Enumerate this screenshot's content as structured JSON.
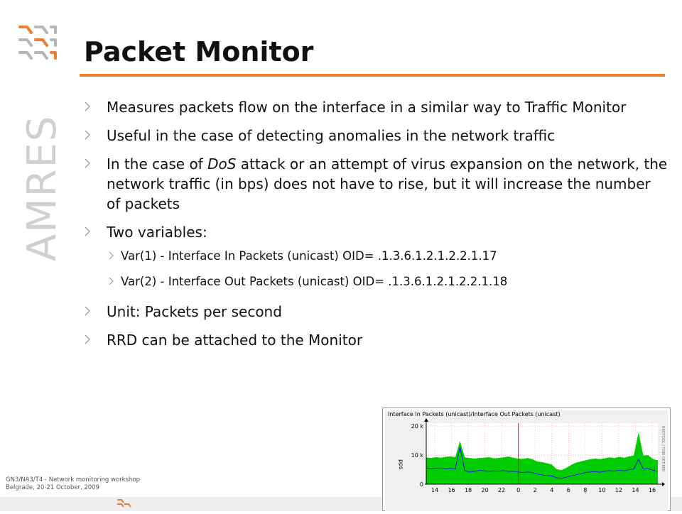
{
  "slide": {
    "brand_vertical": "AMRES",
    "title": "Packet Monitor",
    "accent_color": "#ee7f2d",
    "bullets": [
      {
        "text": "Measures packets flow on the interface in a similar way to Traffic Monitor"
      },
      {
        "text": "Useful in the case of detecting anomalies in the network traffic"
      },
      {
        "before": "In the case of ",
        "italic": "DoS",
        "after": " attack or an attempt of virus expansion on the network, the network traffic (in bps) does not have to rise, but it will increase the number of packets"
      },
      {
        "text": "Two variables:"
      }
    ],
    "sub_bullets": [
      {
        "text": "Var(1) - Interface In Packets (unicast) OID= .1.3.6.1.2.1.2.2.1.17"
      },
      {
        "text": "Var(2) - Interface Out Packets (unicast) OID= .1.3.6.1.2.1.2.2.1.18"
      }
    ],
    "bullets_after": [
      {
        "text": "Unit: Packets per second"
      },
      {
        "text": "RRD can be attached to the Monitor"
      }
    ],
    "footer": {
      "line1": "GN3/NA3/T4 - Network monitoring workshop",
      "line2": "Belgrade, 20-21 October, 2009"
    }
  },
  "chart_data": {
    "type": "area",
    "title": "Interface In Packets (unicast)/Interface Out Packets (unicast)",
    "ylabel": "pps",
    "side_label": "RRDTOOL / TOBI OETIKER",
    "x_ticks": [
      "14",
      "16",
      "18",
      "20",
      "22",
      "0",
      "2",
      "4",
      "6",
      "8",
      "10",
      "12",
      "14",
      "16"
    ],
    "y_ticks": [
      "0",
      "10 k",
      "20 k"
    ],
    "ylim": [
      0,
      21000
    ],
    "series_colors": {
      "in": "#00cc00",
      "out": "#0000ff",
      "marker": "#ff0000"
    },
    "series": [
      {
        "name": "in",
        "values": [
          9200,
          9000,
          9300,
          9100,
          9400,
          9600,
          9300,
          14800,
          9200,
          9000,
          8800,
          9000,
          9100,
          9300,
          8900,
          9000,
          9200,
          9500,
          9100,
          8800,
          8700,
          9000,
          8600,
          7800,
          7600,
          7200,
          6800,
          5200,
          4800,
          5600,
          6600,
          7400,
          7800,
          8200,
          8600,
          8800,
          8600,
          8900,
          9200,
          9000,
          9400,
          9100,
          9600,
          9800,
          17800,
          9800,
          10000,
          8600,
          8200
        ]
      },
      {
        "name": "out",
        "values": [
          5600,
          5400,
          5500,
          5600,
          5300,
          5400,
          5200,
          12800,
          4600,
          4200,
          4400,
          4800,
          4600,
          4400,
          4600,
          4500,
          4700,
          4400,
          4400,
          4200,
          4000,
          4200,
          4000,
          3500,
          3200,
          3000,
          2800,
          2200,
          2000,
          2400,
          2800,
          3200,
          3600,
          4000,
          4200,
          4300,
          4100,
          4400,
          4700,
          4500,
          4800,
          4600,
          5000,
          5200,
          8500,
          5200,
          5400,
          4800,
          4400
        ]
      }
    ]
  }
}
